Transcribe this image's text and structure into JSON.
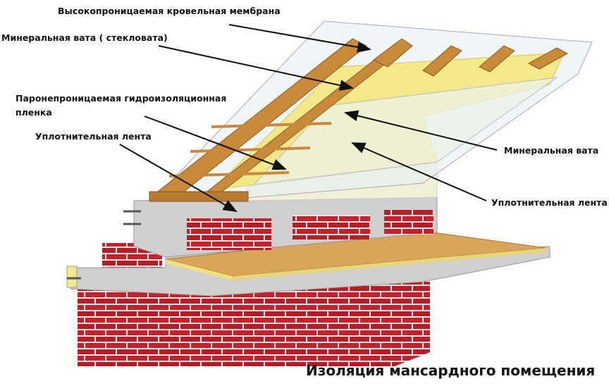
{
  "labels": {
    "roof_membrane": "Высокопроницаемая кровельная мембрана",
    "mineral_wool_glass": "Минеральная вата ( стекловата)",
    "vapor_barrier_line1": "Паронепроницаемая гидроизоляционная",
    "vapor_barrier_line2": "пленка",
    "sealing_tape_left": "Уплотнительная лента",
    "mineral_wool_right": "Минеральная вата",
    "sealing_tape_right": "Уплотнительная лента"
  },
  "title": "Изоляция мансардного помещения",
  "colors": {
    "timber": "#c98a3a",
    "insulation": "#f3e98a",
    "brick": "#c8202a",
    "concrete": "#cfcfcf",
    "membrane": "#e6eef2",
    "floor": "#d9a55a"
  }
}
